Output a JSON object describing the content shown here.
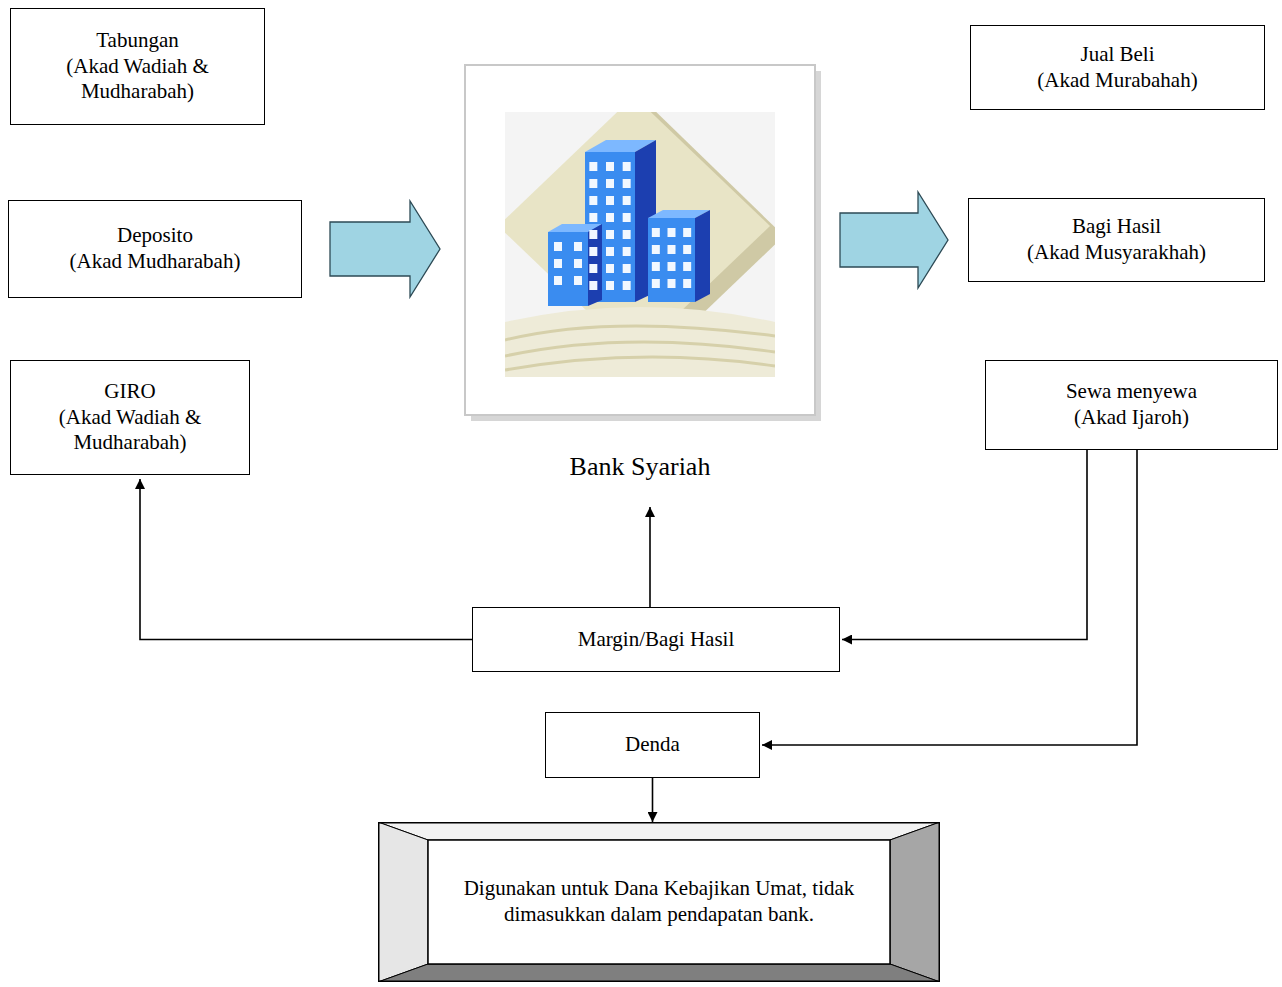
{
  "diagram": {
    "nodes": [
      {
        "text": [
          "Tabungan",
          "(Akad Wadiah & Mudharabah)"
        ]
      },
      {
        "text": [
          "Jual Beli",
          "(Akad Murabahah)"
        ]
      },
      {
        "text": [
          "Deposito",
          "(Akad Mudharabah)"
        ]
      },
      {
        "text": [
          "Bank Syariah"
        ]
      },
      {
        "text": [
          "Bagi Hasil",
          "(Akad Musyarakhah)"
        ]
      },
      {
        "text": [
          "GIRO",
          "(Akad Wadiah & Mudharabah)"
        ]
      },
      {
        "text": [
          "Sewa menyewa",
          "(Akad Ijaroh)"
        ]
      },
      {
        "text": [
          "Margin/Bagi Hasil"
        ]
      },
      {
        "text": [
          "Denda"
        ]
      },
      {
        "text": [
          "Digunakan untuk Dana Kebajikan Umat, tidak dimasukkan dalam pendapatan bank."
        ]
      }
    ],
    "edges": [
      {
        "from": 2,
        "to": 3,
        "arrow": "to"
      },
      {
        "from": 3,
        "to": 4,
        "arrow": "to"
      },
      {
        "from": 6,
        "to": 7,
        "arrow": "to"
      },
      {
        "from": 6,
        "to": 8,
        "arrow": "to"
      },
      {
        "from": 7,
        "to": 3,
        "arrow": "to"
      },
      {
        "from": 7,
        "to": 5,
        "arrow": "to"
      },
      {
        "from": 8,
        "to": 9,
        "arrow": "to"
      }
    ]
  }
}
